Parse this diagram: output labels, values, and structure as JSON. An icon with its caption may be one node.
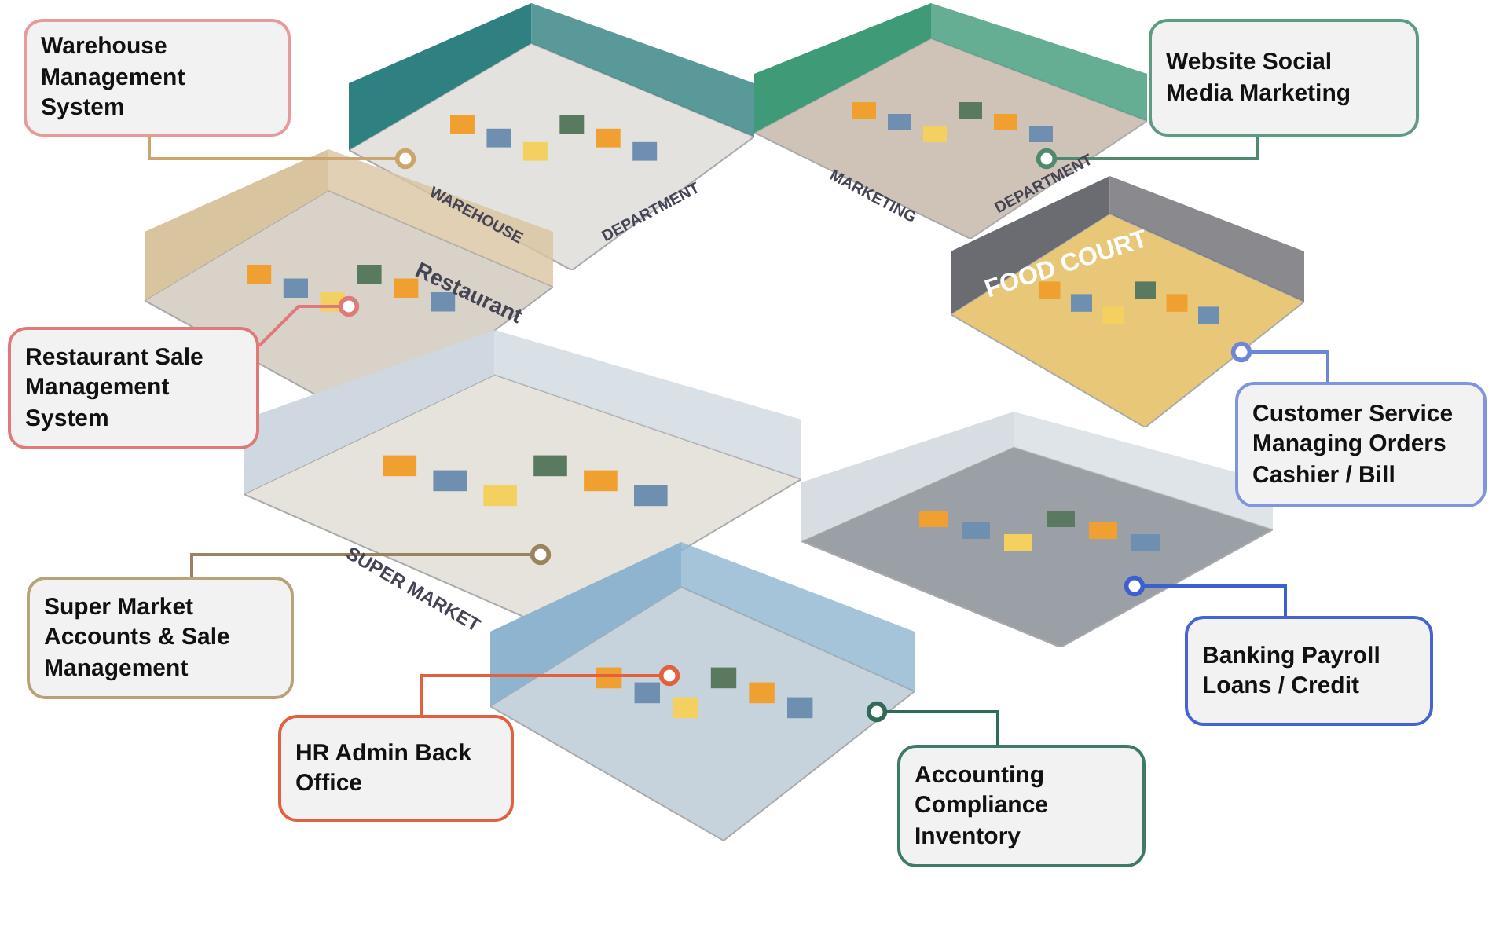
{
  "diagram": {
    "nodes": [
      {
        "text": [
          "Warehouse Management System"
        ]
      },
      {
        "text": [],
        "shape": "picture"
      },
      {
        "text": [],
        "shape": "picture"
      },
      {
        "text": [
          "Website Social Media Marketing"
        ]
      },
      {
        "text": [],
        "shape": "picture"
      },
      {
        "text": [
          "Restaurant Sale Management System"
        ]
      },
      {
        "text": [],
        "shape": "picture"
      },
      {
        "text": [
          "Customer Service Managing Orders Cashier / Bill"
        ]
      },
      {
        "text": [],
        "shape": "picture"
      },
      {
        "text": [],
        "shape": "picture"
      },
      {
        "text": [
          "Super Market Accounts & Sale Management"
        ]
      },
      {
        "text": [
          "Banking Payroll Loans / Credit"
        ]
      },
      {
        "text": [],
        "shape": "picture"
      },
      {
        "text": [
          "HR Admin Back Office"
        ]
      },
      {
        "text": [
          "Accounting Compliance Inventory"
        ]
      }
    ],
    "edges": [
      {
        "from": 0,
        "to": 1,
        "arrow": "other",
        "color": "#c9a66b"
      },
      {
        "from": 3,
        "to": 2,
        "arrow": "other",
        "color": "#4f8a6e"
      },
      {
        "from": 5,
        "to": 4,
        "arrow": "other",
        "color": "#e07a7a"
      },
      {
        "from": 7,
        "to": 6,
        "arrow": "other",
        "color": "#6f86d6"
      },
      {
        "from": 10,
        "to": 8,
        "arrow": "other",
        "color": "#9a8460"
      },
      {
        "from": 11,
        "to": 9,
        "arrow": "other",
        "color": "#3d5fd0"
      },
      {
        "from": 13,
        "to": 12,
        "arrow": "other",
        "color": "#e0603f"
      },
      {
        "from": 14,
        "to": 12,
        "arrow": "other",
        "color": "#2f6b55"
      }
    ],
    "labels": [
      "WAREHOUSE",
      "DEPARTMENT",
      "MARKETING",
      "DEPARTMENT",
      "Restaurant",
      "FOOD COURT",
      "SUPER MARKET"
    ]
  }
}
